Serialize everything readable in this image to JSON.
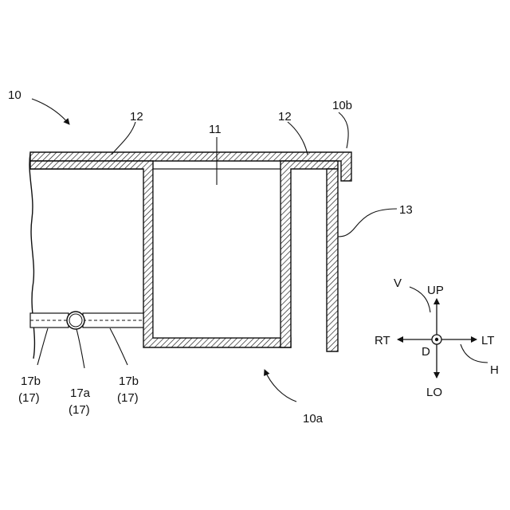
{
  "labels": {
    "ref_10": "10",
    "ref_10b": "10b",
    "ref_12_left": "12",
    "ref_12_right": "12",
    "ref_11": "11",
    "ref_13": "13",
    "ref_10a": "10a",
    "ref_17b_left": "17b",
    "ref_17b_left_paren": "(17)",
    "ref_17a": "17a",
    "ref_17a_paren": "(17)",
    "ref_17b_right": "17b",
    "ref_17b_right_paren": "(17)"
  },
  "direction_indicator": {
    "up": "UP",
    "lo": "LO",
    "rt": "RT",
    "lt": "LT",
    "d": "D",
    "v": "V",
    "h": "H"
  }
}
